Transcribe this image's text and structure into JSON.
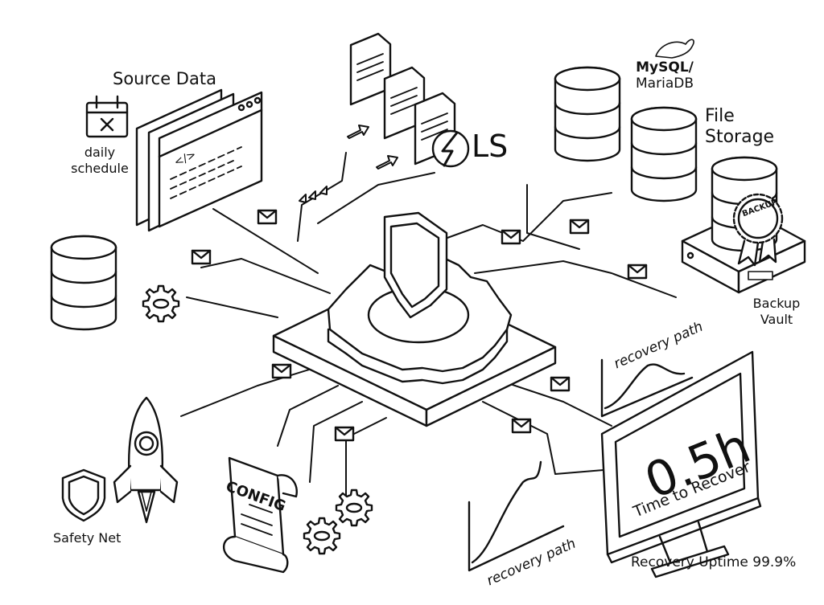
{
  "labels": {
    "source_data": "Source Data",
    "daily": "daily",
    "schedule": "schedule",
    "mysql": "MySQL/",
    "mariadb": "MariaDB",
    "file": "File",
    "storage": "Storage",
    "backup_badge": "BACKUP",
    "backup": "Backup",
    "vault": "Vault",
    "ls": "LS",
    "code_tag": "</>",
    "config": "CONFIG",
    "recovery_path_top": "recovery path",
    "recovery_path_bottom": "recovery path",
    "metric_value": "0.5h",
    "metric_caption": "Time to Recover",
    "safety_net": "Safety Net",
    "uptime": "Recovery Uptime 99.9%"
  },
  "colors": {
    "ink": "#111111",
    "paper": "#ffffff",
    "shade": "#e9e9e9"
  },
  "icons": [
    "calendar-icon",
    "browser-window-icon",
    "document-icon",
    "lightning-icon",
    "database-icon",
    "mail-icon",
    "gear-icon",
    "shield-icon",
    "rocket-icon",
    "backup-server-icon",
    "ribbon-badge-icon",
    "seal-icon",
    "monitor-icon",
    "scroll-icon",
    "chart-icon",
    "arrow-icon"
  ]
}
